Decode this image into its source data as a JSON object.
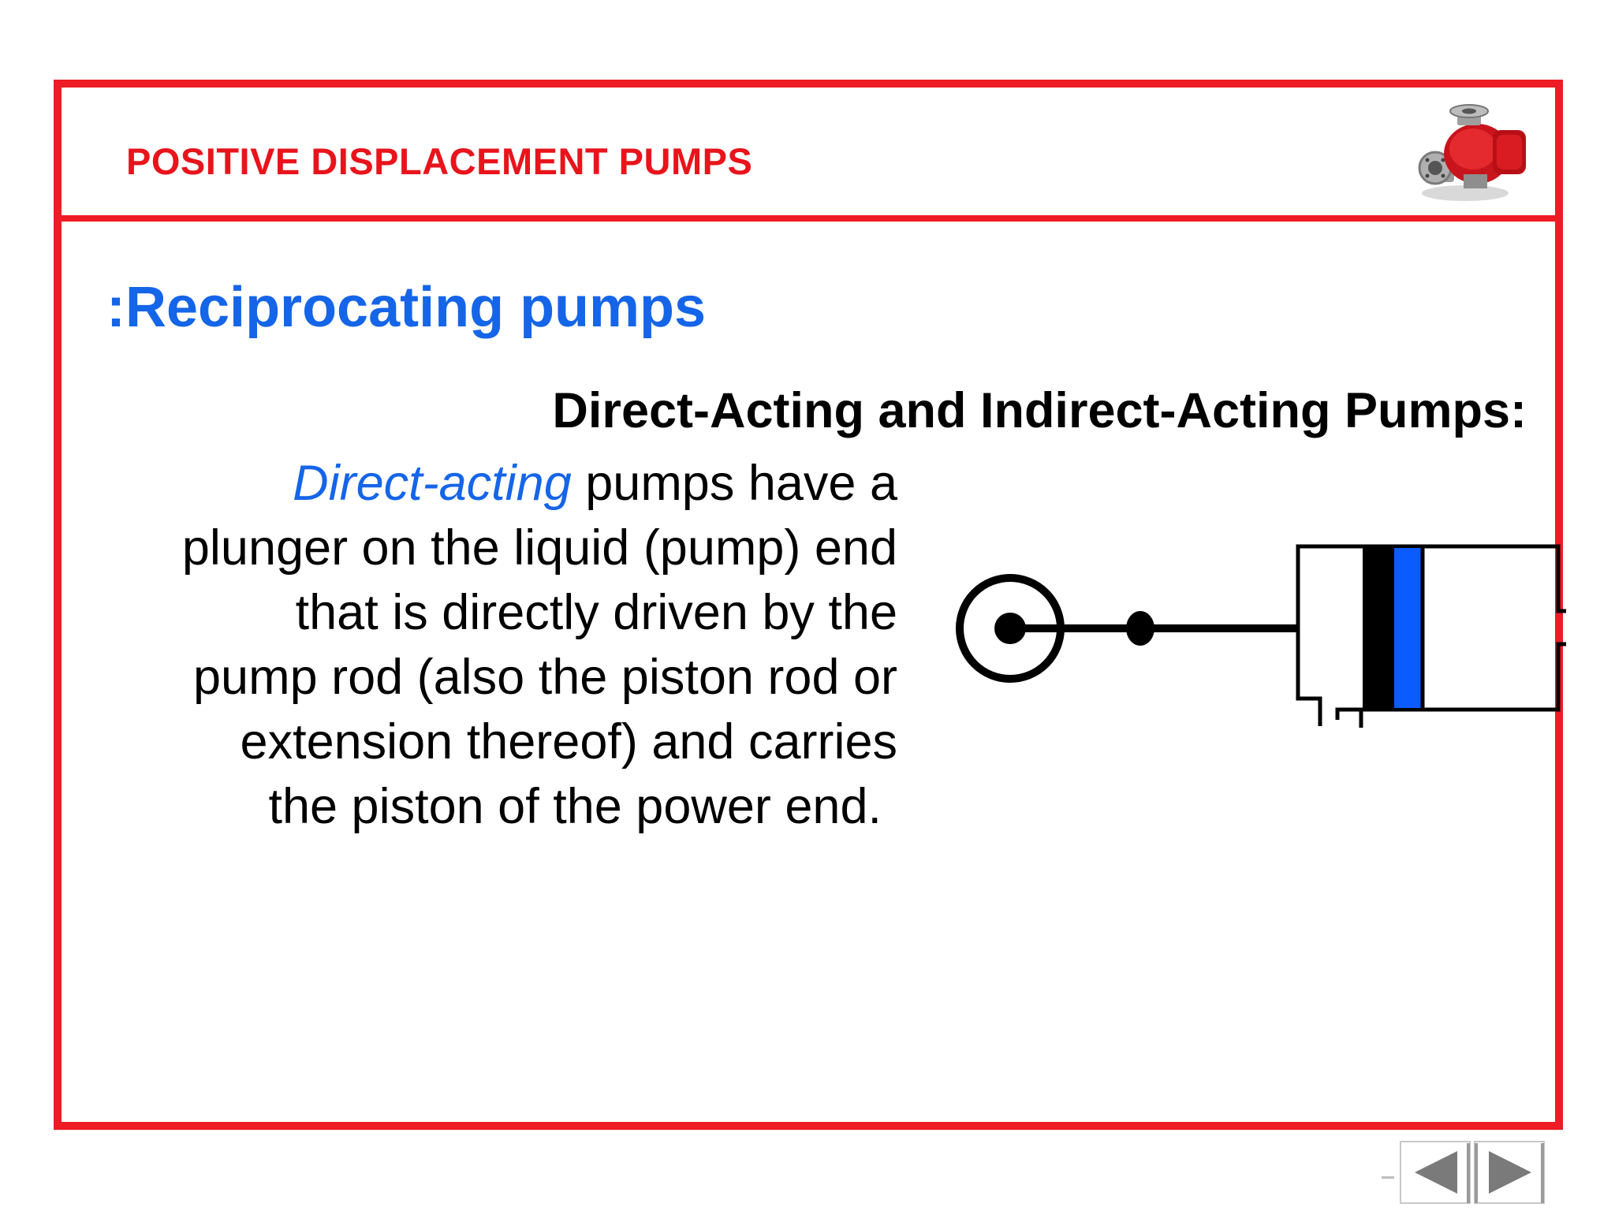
{
  "header": {
    "title": "POSITIVE DISPLACEMENT PUMPS",
    "logo_icon": "pump-logo-icon"
  },
  "section": {
    "title": ":Reciprocating pumps"
  },
  "content": {
    "subtitle": "Direct-Acting and Indirect-Acting Pumps:",
    "lines": [
      {
        "highlight": "Direct-acting",
        "text": " pumps have a"
      },
      {
        "text": "plunger on the liquid (pump) end"
      },
      {
        "text": "that is directly driven by the"
      },
      {
        "text": "pump rod (also the piston rod or"
      },
      {
        "text": "extension thereof) and carries"
      },
      {
        "text": "the piston of the power end."
      }
    ]
  },
  "diagram": {
    "icon": "reciprocating-pump-diagram",
    "piston_color": "#0a5cff"
  },
  "navigation": {
    "prev_icon": "prev-arrow-icon",
    "next_icon": "next-arrow-icon"
  },
  "colors": {
    "frame": "#ee1c24",
    "header_text": "#e8141c",
    "accent_blue": "#1565e8"
  }
}
